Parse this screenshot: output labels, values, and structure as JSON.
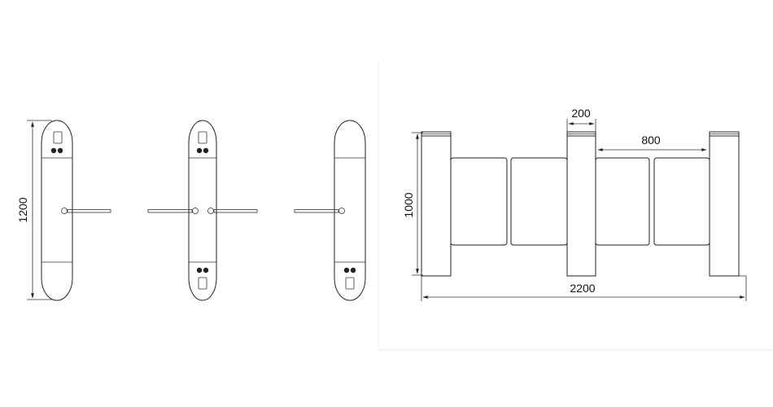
{
  "dimensions": {
    "top_view_length": "1200",
    "elevation_height": "1000",
    "post_width": "200",
    "passage_width": "800",
    "overall_length": "2200"
  },
  "colors": {
    "line": "#222222",
    "faint_line": "#eef6fc",
    "background": "#ffffff"
  }
}
